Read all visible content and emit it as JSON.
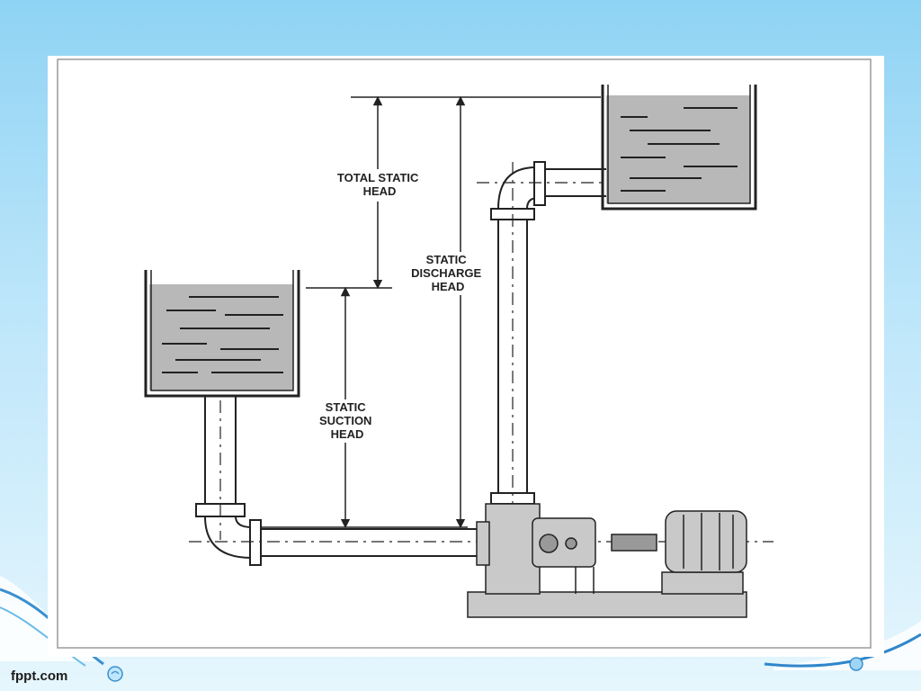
{
  "diagram": {
    "labels": {
      "total_static_head": [
        "TOTAL STATIC",
        "HEAD"
      ],
      "static_discharge_head": [
        "STATIC",
        "DISCHARGE",
        "HEAD"
      ],
      "static_suction_head": [
        "STATIC",
        "SUCTION",
        "HEAD"
      ]
    }
  },
  "footer": {
    "brand": "fppt.com"
  },
  "colors": {
    "slide_top": "#8fd3f4",
    "slide_bottom": "#e6f6fd",
    "liquid": "#b8b8b8",
    "equipment": "#c9c9c9",
    "line": "#222222"
  }
}
